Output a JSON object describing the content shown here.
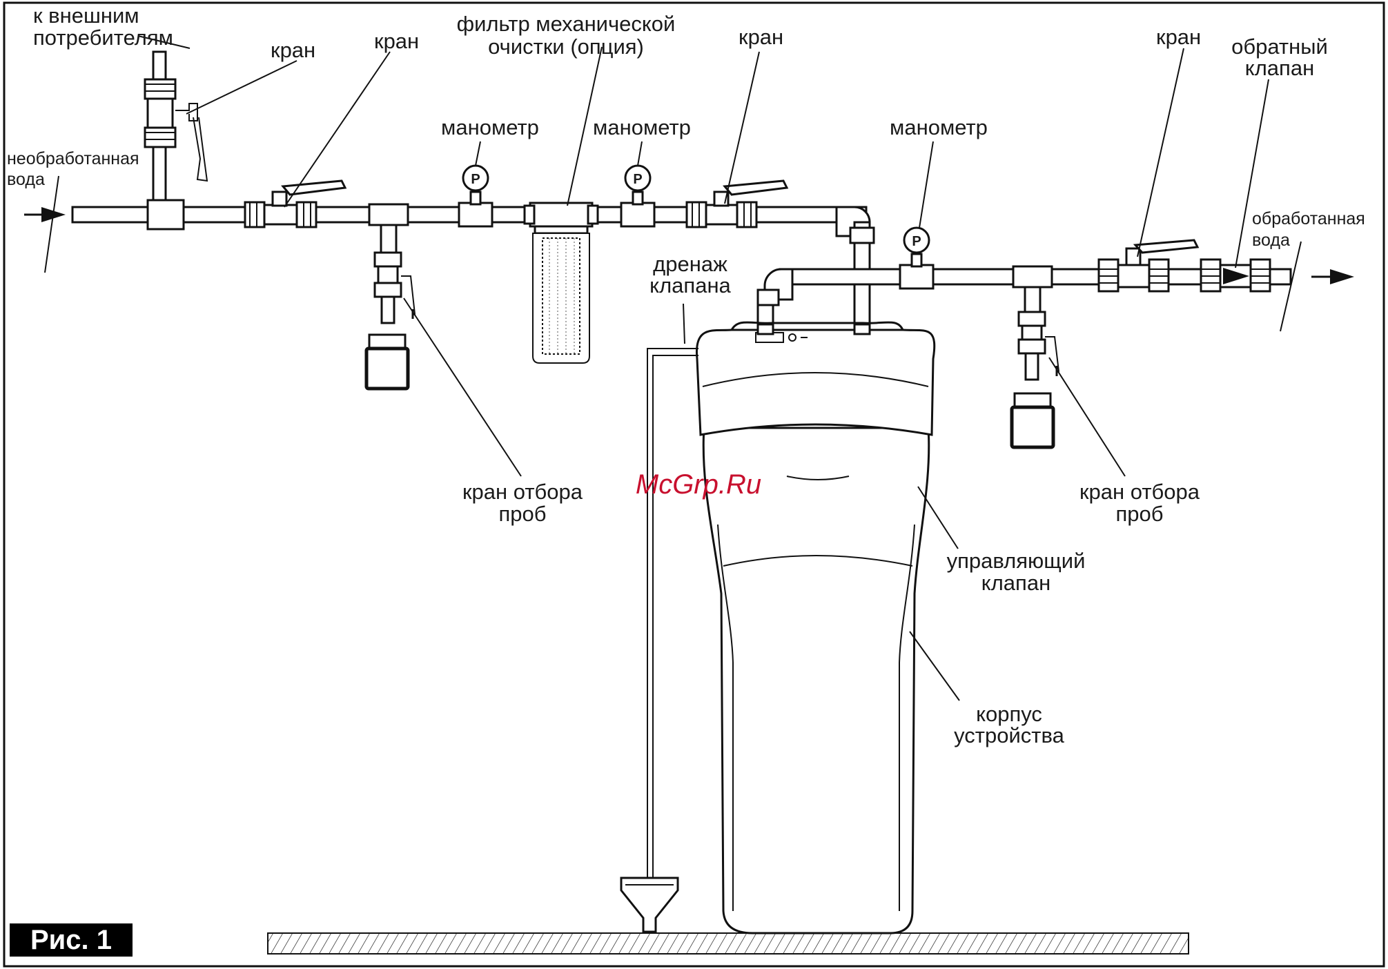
{
  "labels": {
    "to_consumers": [
      "к внешним",
      "потребителям"
    ],
    "untreated_water": [
      "необработанная",
      "вода"
    ],
    "tap_top": "кран",
    "tap_left": "кран",
    "filter": [
      "фильтр механической",
      "очистки (опция)"
    ],
    "gauge_1": "манометр",
    "gauge_2": "манометр",
    "tap_middle": "кран",
    "gauge_3": "манометр",
    "tap_right": "кран",
    "check_valve": [
      "обратный",
      "клапан"
    ],
    "treated_water": [
      "обработанная",
      "вода"
    ],
    "drain": [
      "дренаж",
      "клапана"
    ],
    "sample_tap_left": [
      "кран отбора",
      "проб"
    ],
    "sample_tap_right": [
      "кран отбора",
      "проб"
    ],
    "control_valve": [
      "управляющий",
      "клапан"
    ],
    "housing": [
      "корпус",
      "устройства"
    ]
  },
  "gauge_symbol": "P",
  "watermark": "McGrp.Ru",
  "figure_label": "Рис. 1",
  "colors": {
    "line": "#111111",
    "watermark": "#c8102e",
    "figure_label_bg": "#000000"
  }
}
